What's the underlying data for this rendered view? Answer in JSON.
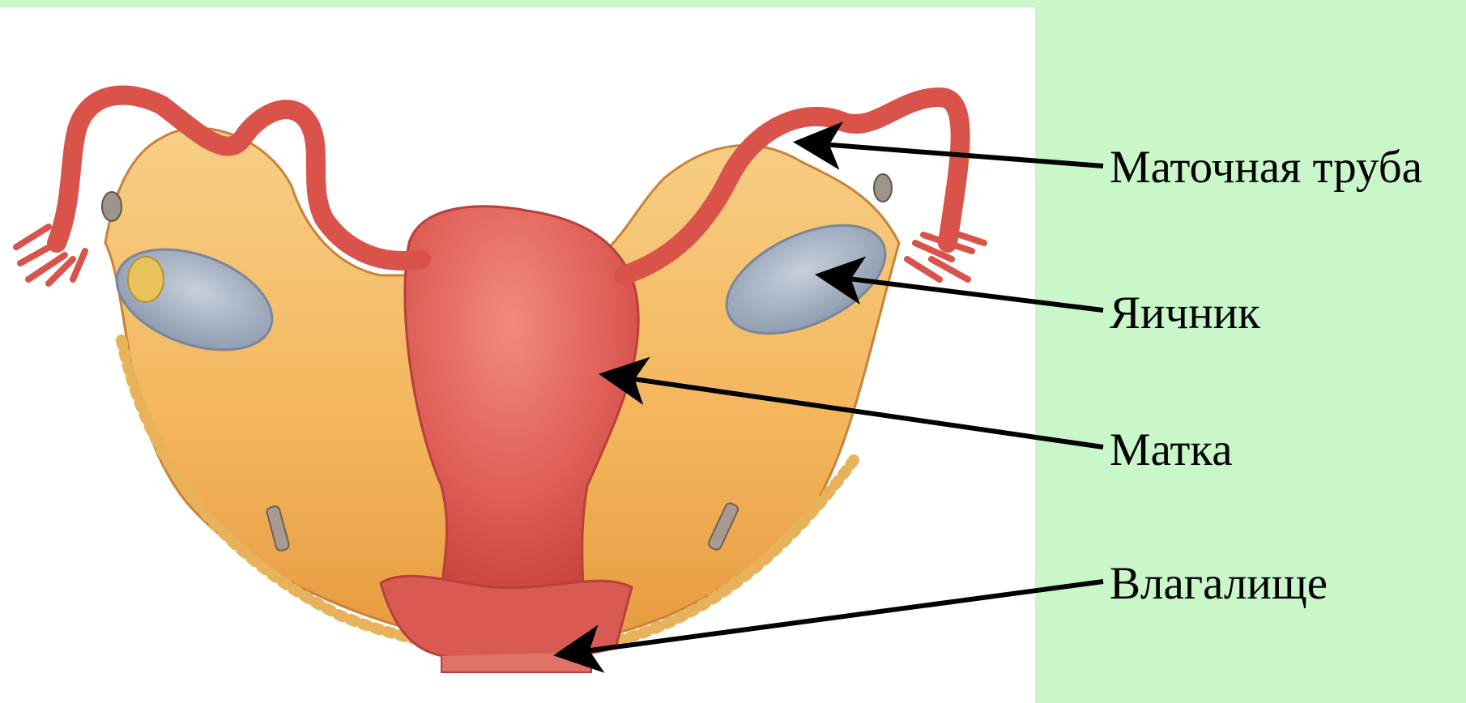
{
  "labels": {
    "fallopian_tube": "Маточная труба",
    "ovary": "Яичник",
    "uterus": "Матка",
    "vagina": "Влагалище"
  },
  "colors": {
    "slide_background": "#c9f7c9",
    "illustration_background": "#ffffff",
    "uterus": "#e0605a",
    "tube": "#d9534a",
    "broad_ligament": "#f3b45a",
    "ovary": "#a9b6c6",
    "arrow": "#000000",
    "text": "#000000"
  }
}
